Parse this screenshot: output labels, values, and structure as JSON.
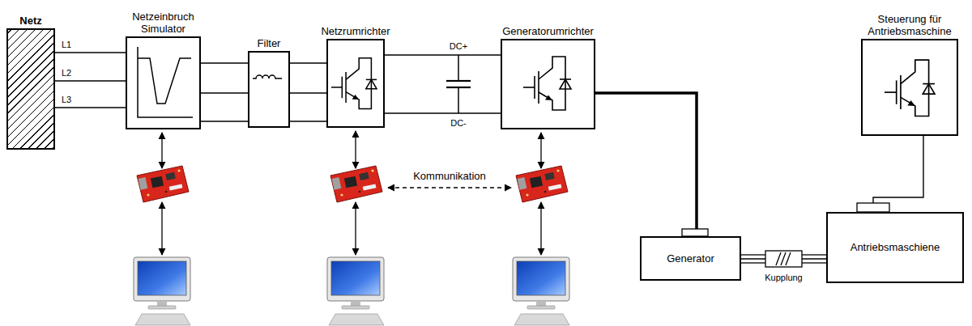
{
  "diagram": {
    "nodes": [
      {
        "text": [
          "Netz"
        ]
      },
      {
        "text": [
          "Netzeinbruch Simulator"
        ]
      },
      {
        "text": [
          "Filter"
        ]
      },
      {
        "text": [
          "Netzrumrichter"
        ]
      },
      {
        "text": [
          "Generatorumrichter"
        ]
      },
      {
        "text": [
          "Steuerung für Antriebsmaschine"
        ]
      },
      {
        "text": [
          "Generator"
        ]
      },
      {
        "text": [
          "Antriebsmaschiene"
        ]
      }
    ],
    "edges": [
      {
        "from": 0,
        "to": 1,
        "label": "L1",
        "arrow": "none"
      },
      {
        "from": 0,
        "to": 1,
        "label": "L2",
        "arrow": "none"
      },
      {
        "from": 0,
        "to": 1,
        "label": "L3",
        "arrow": "none"
      },
      {
        "from": 1,
        "to": 2,
        "arrow": "none"
      },
      {
        "from": 1,
        "to": 2,
        "arrow": "none"
      },
      {
        "from": 1,
        "to": 2,
        "arrow": "none"
      },
      {
        "from": 2,
        "to": 3,
        "arrow": "none"
      },
      {
        "from": 2,
        "to": 3,
        "arrow": "none"
      },
      {
        "from": 2,
        "to": 3,
        "arrow": "none"
      },
      {
        "from": 3,
        "to": 4,
        "arrow": "none"
      },
      {
        "from": 3,
        "to": 4,
        "arrow": "none"
      },
      {
        "from": 4,
        "to": 6,
        "arrow": "none"
      },
      {
        "from": 6,
        "to": 7,
        "label": "Kupplung",
        "arrow": "none"
      },
      {
        "from": 5,
        "to": 7,
        "arrow": "none"
      }
    ],
    "labels": [
      "DC+",
      "DC-",
      "Kommunikation"
    ]
  }
}
